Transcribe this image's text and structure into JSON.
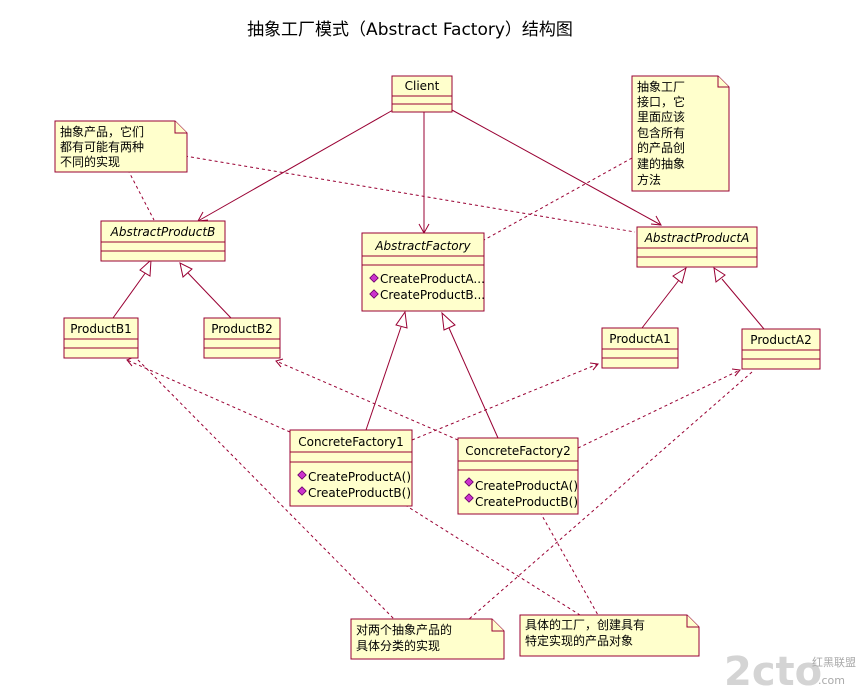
{
  "title": "抽象工厂模式（Abstract Factory）结构图",
  "classes": {
    "client": {
      "name": "Client"
    },
    "abstract_product_b": {
      "name": "AbstractProductB"
    },
    "abstract_factory": {
      "name": "AbstractFactory",
      "ops": [
        "CreateProductA...",
        "CreateProductB..."
      ]
    },
    "abstract_product_a": {
      "name": "AbstractProductA"
    },
    "product_b1": {
      "name": "ProductB1"
    },
    "product_b2": {
      "name": "ProductB2"
    },
    "product_a1": {
      "name": "ProductA1"
    },
    "product_a2": {
      "name": "ProductA2"
    },
    "concrete_factory1": {
      "name": "ConcreteFactory1",
      "ops": [
        "CreateProductA()",
        "CreateProductB()"
      ]
    },
    "concrete_factory2": {
      "name": "ConcreteFactory2",
      "ops": [
        "CreateProductA()",
        "CreateProductB()"
      ]
    }
  },
  "notes": {
    "abstract_product_note": [
      "抽象产品，它们",
      "都有可能有两种",
      "不同的实现"
    ],
    "abstract_factory_note": [
      "抽象工厂",
      "接口，它",
      "里面应该",
      "包含所有",
      "的产品创",
      "建的抽象",
      "方法"
    ],
    "two_products_note": [
      "对两个抽象产品的",
      "具体分类的实现"
    ],
    "concrete_factory_note": [
      "具体的工厂，创建具有",
      "特定实现的产品对象"
    ]
  },
  "watermark": {
    "brand": "2cto",
    "suffix": ".com",
    "tagline": "红黑联盟"
  },
  "colors": {
    "box_fill": "#ffffcc",
    "box_stroke": "#990033",
    "op_icon": "#cc33cc"
  }
}
